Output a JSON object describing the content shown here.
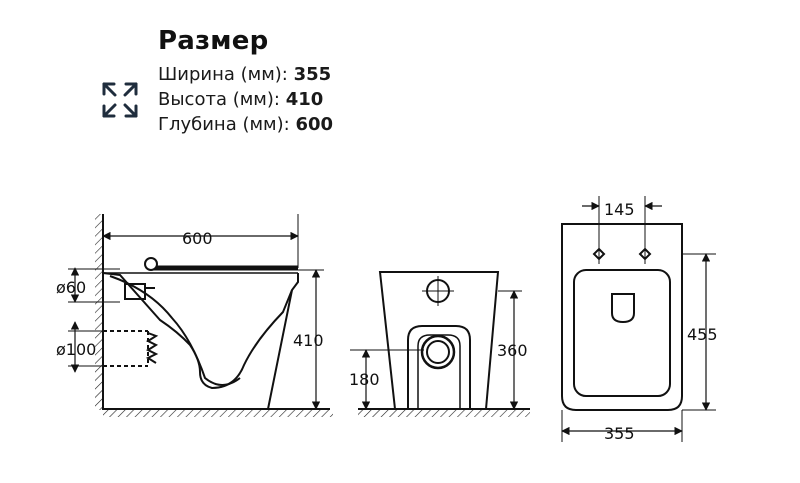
{
  "header": {
    "title": "Размер",
    "specs": [
      {
        "label": "Ширина (мм):",
        "value": "355"
      },
      {
        "label": "Высота (мм):",
        "value": "410"
      },
      {
        "label": "Глубина (мм):",
        "value": "600"
      }
    ],
    "icon": "expand-arrows-icon"
  },
  "drawing": {
    "side": {
      "depth": "600",
      "height": "410",
      "pipe_small": "ø60",
      "pipe_large": "ø100"
    },
    "front": {
      "height": "360",
      "outlet": "180"
    },
    "top": {
      "hole_spacing": "145",
      "length": "455",
      "width": "355"
    }
  }
}
